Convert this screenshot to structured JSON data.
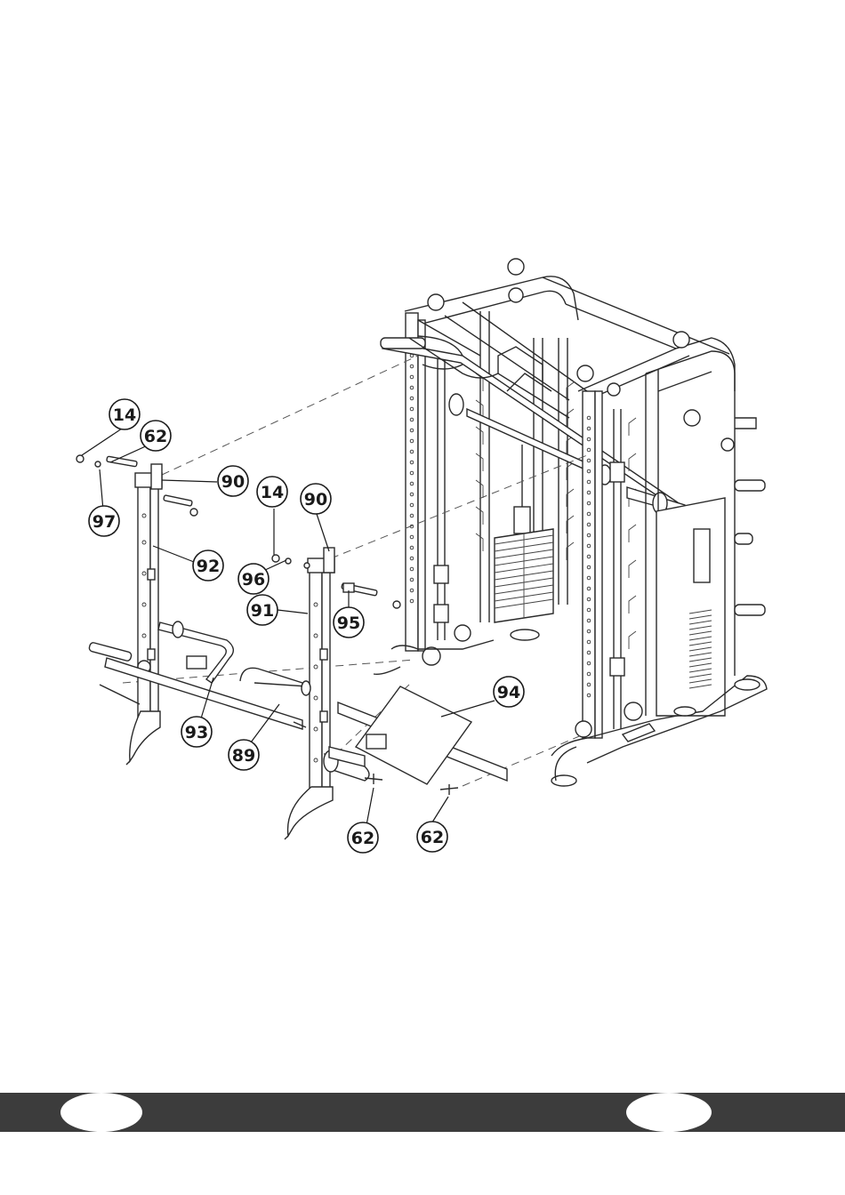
{
  "callouts": [
    {
      "id": "c14a",
      "label": "14"
    },
    {
      "id": "c62a",
      "label": "62"
    },
    {
      "id": "c97",
      "label": "97"
    },
    {
      "id": "c90a",
      "label": "90"
    },
    {
      "id": "c92",
      "label": "92"
    },
    {
      "id": "c14b",
      "label": "14"
    },
    {
      "id": "c90b",
      "label": "90"
    },
    {
      "id": "c96",
      "label": "96"
    },
    {
      "id": "c91",
      "label": "91"
    },
    {
      "id": "c95",
      "label": "95"
    },
    {
      "id": "c94",
      "label": "94"
    },
    {
      "id": "c93",
      "label": "93"
    },
    {
      "id": "c89",
      "label": "89"
    },
    {
      "id": "c62b",
      "label": "62"
    },
    {
      "id": "c62c",
      "label": "62"
    }
  ],
  "footer": {
    "left_page": "",
    "right_page": ""
  },
  "colors": {
    "footer_bar": "#3c3c3c",
    "line": "#2a2a2a"
  }
}
